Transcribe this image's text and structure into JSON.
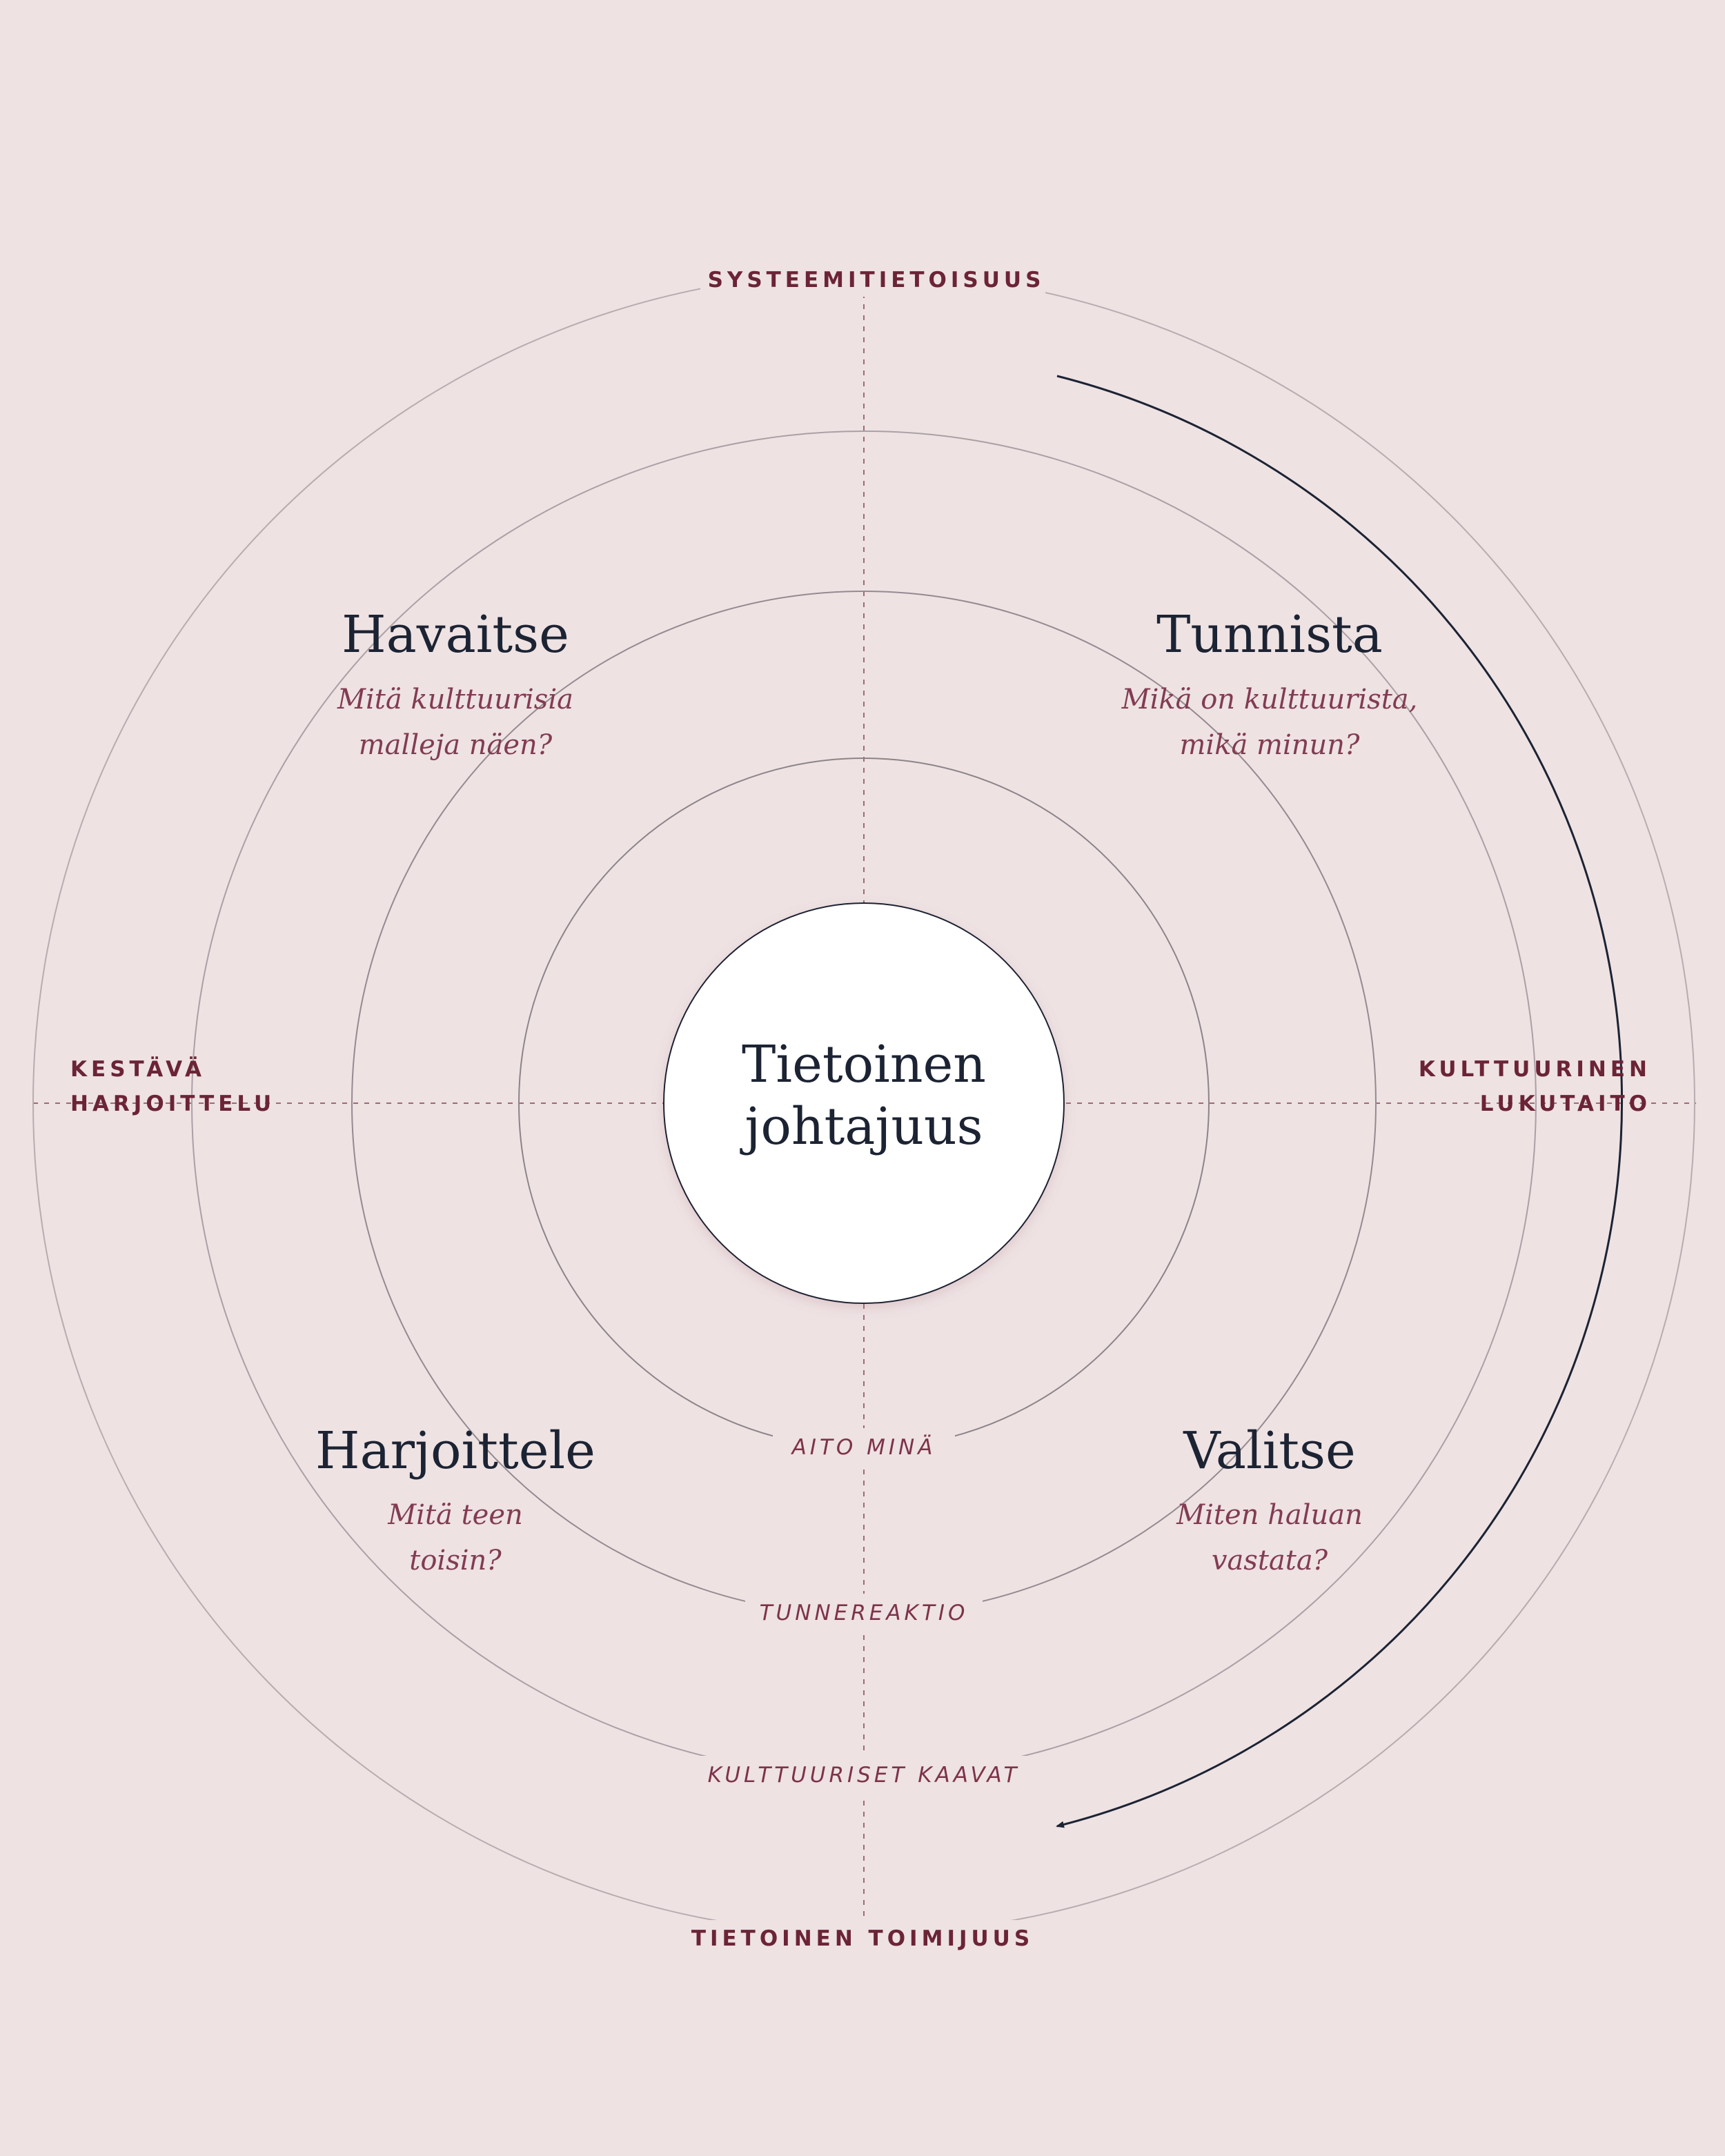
{
  "diagram": {
    "center": {
      "line1": "Tietoinen",
      "line2": "johtajuus"
    },
    "axes": {
      "top": "SYSTEEMITIETOISUUS",
      "bottom": "TIETOINEN TOIMIJUUS",
      "left": {
        "line1": "KESTÄVÄ",
        "line2": "HARJOITTELU"
      },
      "right": {
        "line1": "KULTTUURINEN",
        "line2": "LUKUTAITO"
      }
    },
    "rings": {
      "ring1": "AITO MINÄ",
      "ring2": "TUNNEREAKTIO",
      "ring3": "KULTTUURISET KAAVAT"
    },
    "quadrants": {
      "top_left": {
        "title": "Havaitse",
        "sub1": "Mitä kulttuurisia",
        "sub2": "malleja näen?"
      },
      "top_right": {
        "title": "Tunnista",
        "sub1": "Mikä on kulttuurista,",
        "sub2": "mikä minun?"
      },
      "bottom_left": {
        "title": "Harjoittele",
        "sub1": "Mitä teen",
        "sub2": "toisin?"
      },
      "bottom_right": {
        "title": "Valitse",
        "sub1": "Miten haluan",
        "sub2": "vastata?"
      }
    },
    "colors": {
      "background": "#eee2e3",
      "accent": "#6b2436",
      "text": "#1c2333",
      "ring": "#8c8489"
    }
  }
}
